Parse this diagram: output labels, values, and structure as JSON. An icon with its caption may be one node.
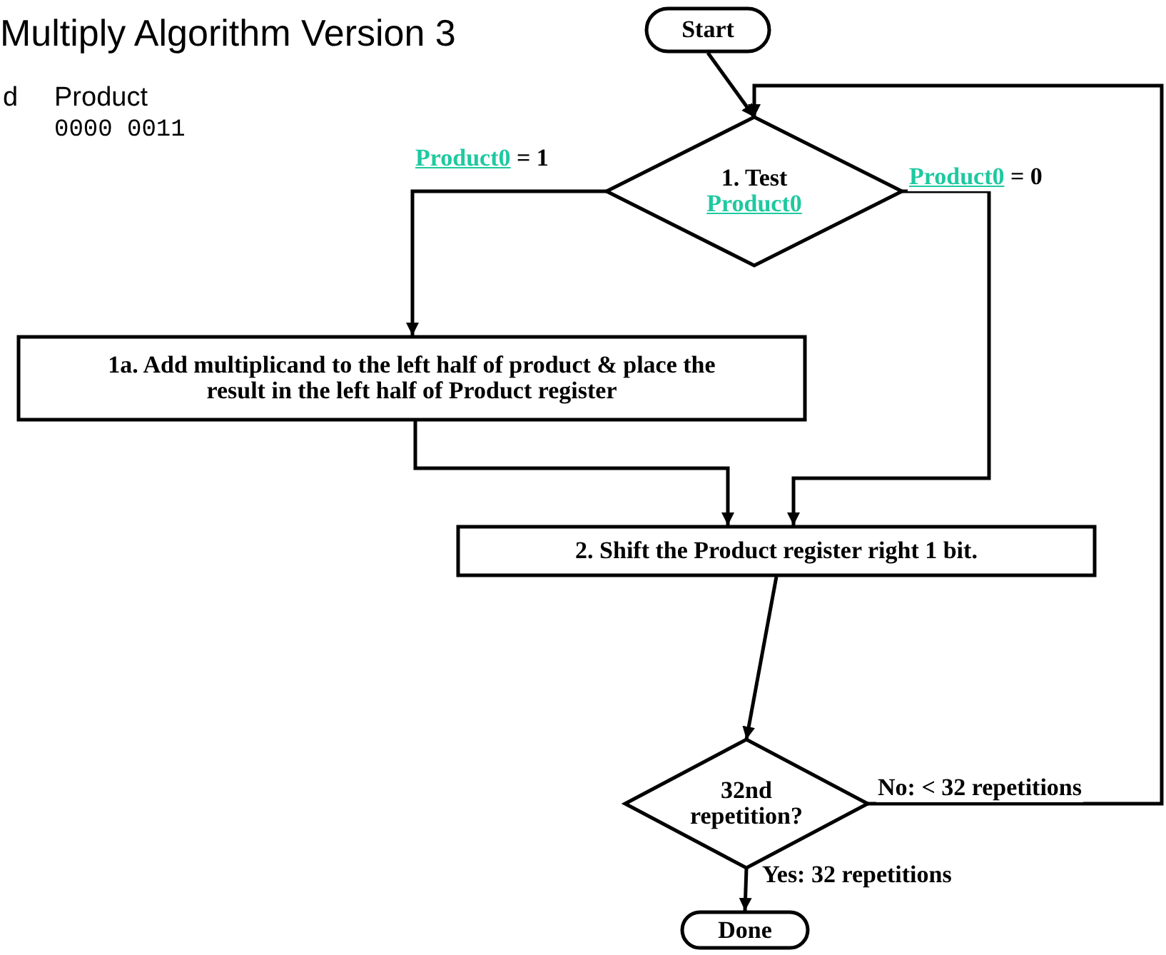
{
  "diagram": {
    "title": "Multiply Algorithm Version 3",
    "nodes": [
      {
        "text": [
          "Start"
        ]
      },
      {
        "text": [
          "1. Test *Product0*"
        ]
      },
      {
        "text": [
          "1a. Add multiplicand to the left half of product & place the result in the left half of Product register"
        ]
      },
      {
        "text": [
          "2. Shift the Product register right 1 bit."
        ]
      },
      {
        "text": [
          "32nd repetition?"
        ]
      },
      {
        "text": [
          "Done"
        ]
      }
    ],
    "edges": [
      {
        "from": 0,
        "to": 1,
        "arrow": "to"
      },
      {
        "from": 1,
        "to": 2,
        "arrow": "to",
        "label": "*Product0* = 1"
      },
      {
        "from": 1,
        "to": 3,
        "arrow": "to",
        "label": "*Product0* = 0"
      },
      {
        "from": 2,
        "to": 3,
        "arrow": "to"
      },
      {
        "from": 3,
        "to": 4,
        "arrow": "to"
      },
      {
        "from": 4,
        "to": 1,
        "arrow": "to",
        "label": "No: < 32 repetitions"
      },
      {
        "from": 4,
        "to": 5,
        "arrow": "to",
        "label": "Yes: 32 repetitions"
      }
    ],
    "labels": [
      "d",
      "Product",
      "0000 0011"
    ]
  }
}
